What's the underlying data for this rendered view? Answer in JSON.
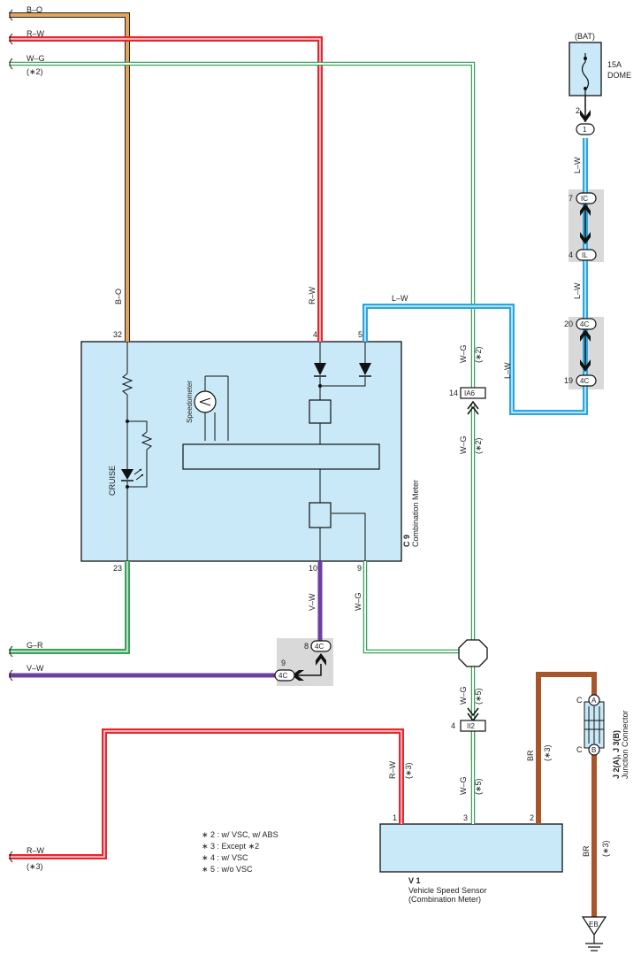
{
  "wires": {
    "b_o": "B–O",
    "r_w": "R–W",
    "w_g": "W–G",
    "l_w": "L–W",
    "g_r": "G–R",
    "v_w": "V–W",
    "br": "BR"
  },
  "notes": {
    "n2": "(∗2)",
    "n3": "(∗3)",
    "n5": "(∗5)"
  },
  "battery": {
    "bat_label": "(BAT)",
    "fuse_amp": "15A",
    "fuse_name": "DOME",
    "pin": "2"
  },
  "connectors": {
    "c1": "1",
    "ic": "IC",
    "il": "IL",
    "c4c": "4C",
    "ia6": "IA6",
    "ii2": "II2",
    "eb": "EB",
    "ja": "A",
    "jb": "B",
    "jc": "C"
  },
  "pins": {
    "p7": "7",
    "p4": "4",
    "p20": "20",
    "p19": "19",
    "p14": "14",
    "p32": "32",
    "p5": "5",
    "p23": "23",
    "p10": "10",
    "p9": "9",
    "p8": "8",
    "p1": "1",
    "p3": "3",
    "p2": "2"
  },
  "meter": {
    "code": "C 9",
    "name": "Combination Meter",
    "speedometer": "Speedometer",
    "cruise": "CRUISE"
  },
  "sensor": {
    "code": "V 1",
    "name": "Vehicle Speed Sensor",
    "name2": "(Combination Meter)"
  },
  "junction": {
    "code": "J 2(A), J 3(B)",
    "name": "Junction Connector"
  },
  "legend": [
    "∗ 2 : w/ VSC,  w/ ABS",
    "∗ 3 : Except ∗2",
    "∗ 4 : w/ VSC",
    "∗ 5 : w/o VSC"
  ],
  "colors": {
    "orange": "#e8a25a",
    "red": "#e8262f",
    "green": "#3aa35a",
    "blue": "#2aa7df",
    "purple": "#6c3fa0",
    "brown": "#a8552a",
    "box": "#c9e9f8",
    "gray": "#d9d9d9"
  }
}
